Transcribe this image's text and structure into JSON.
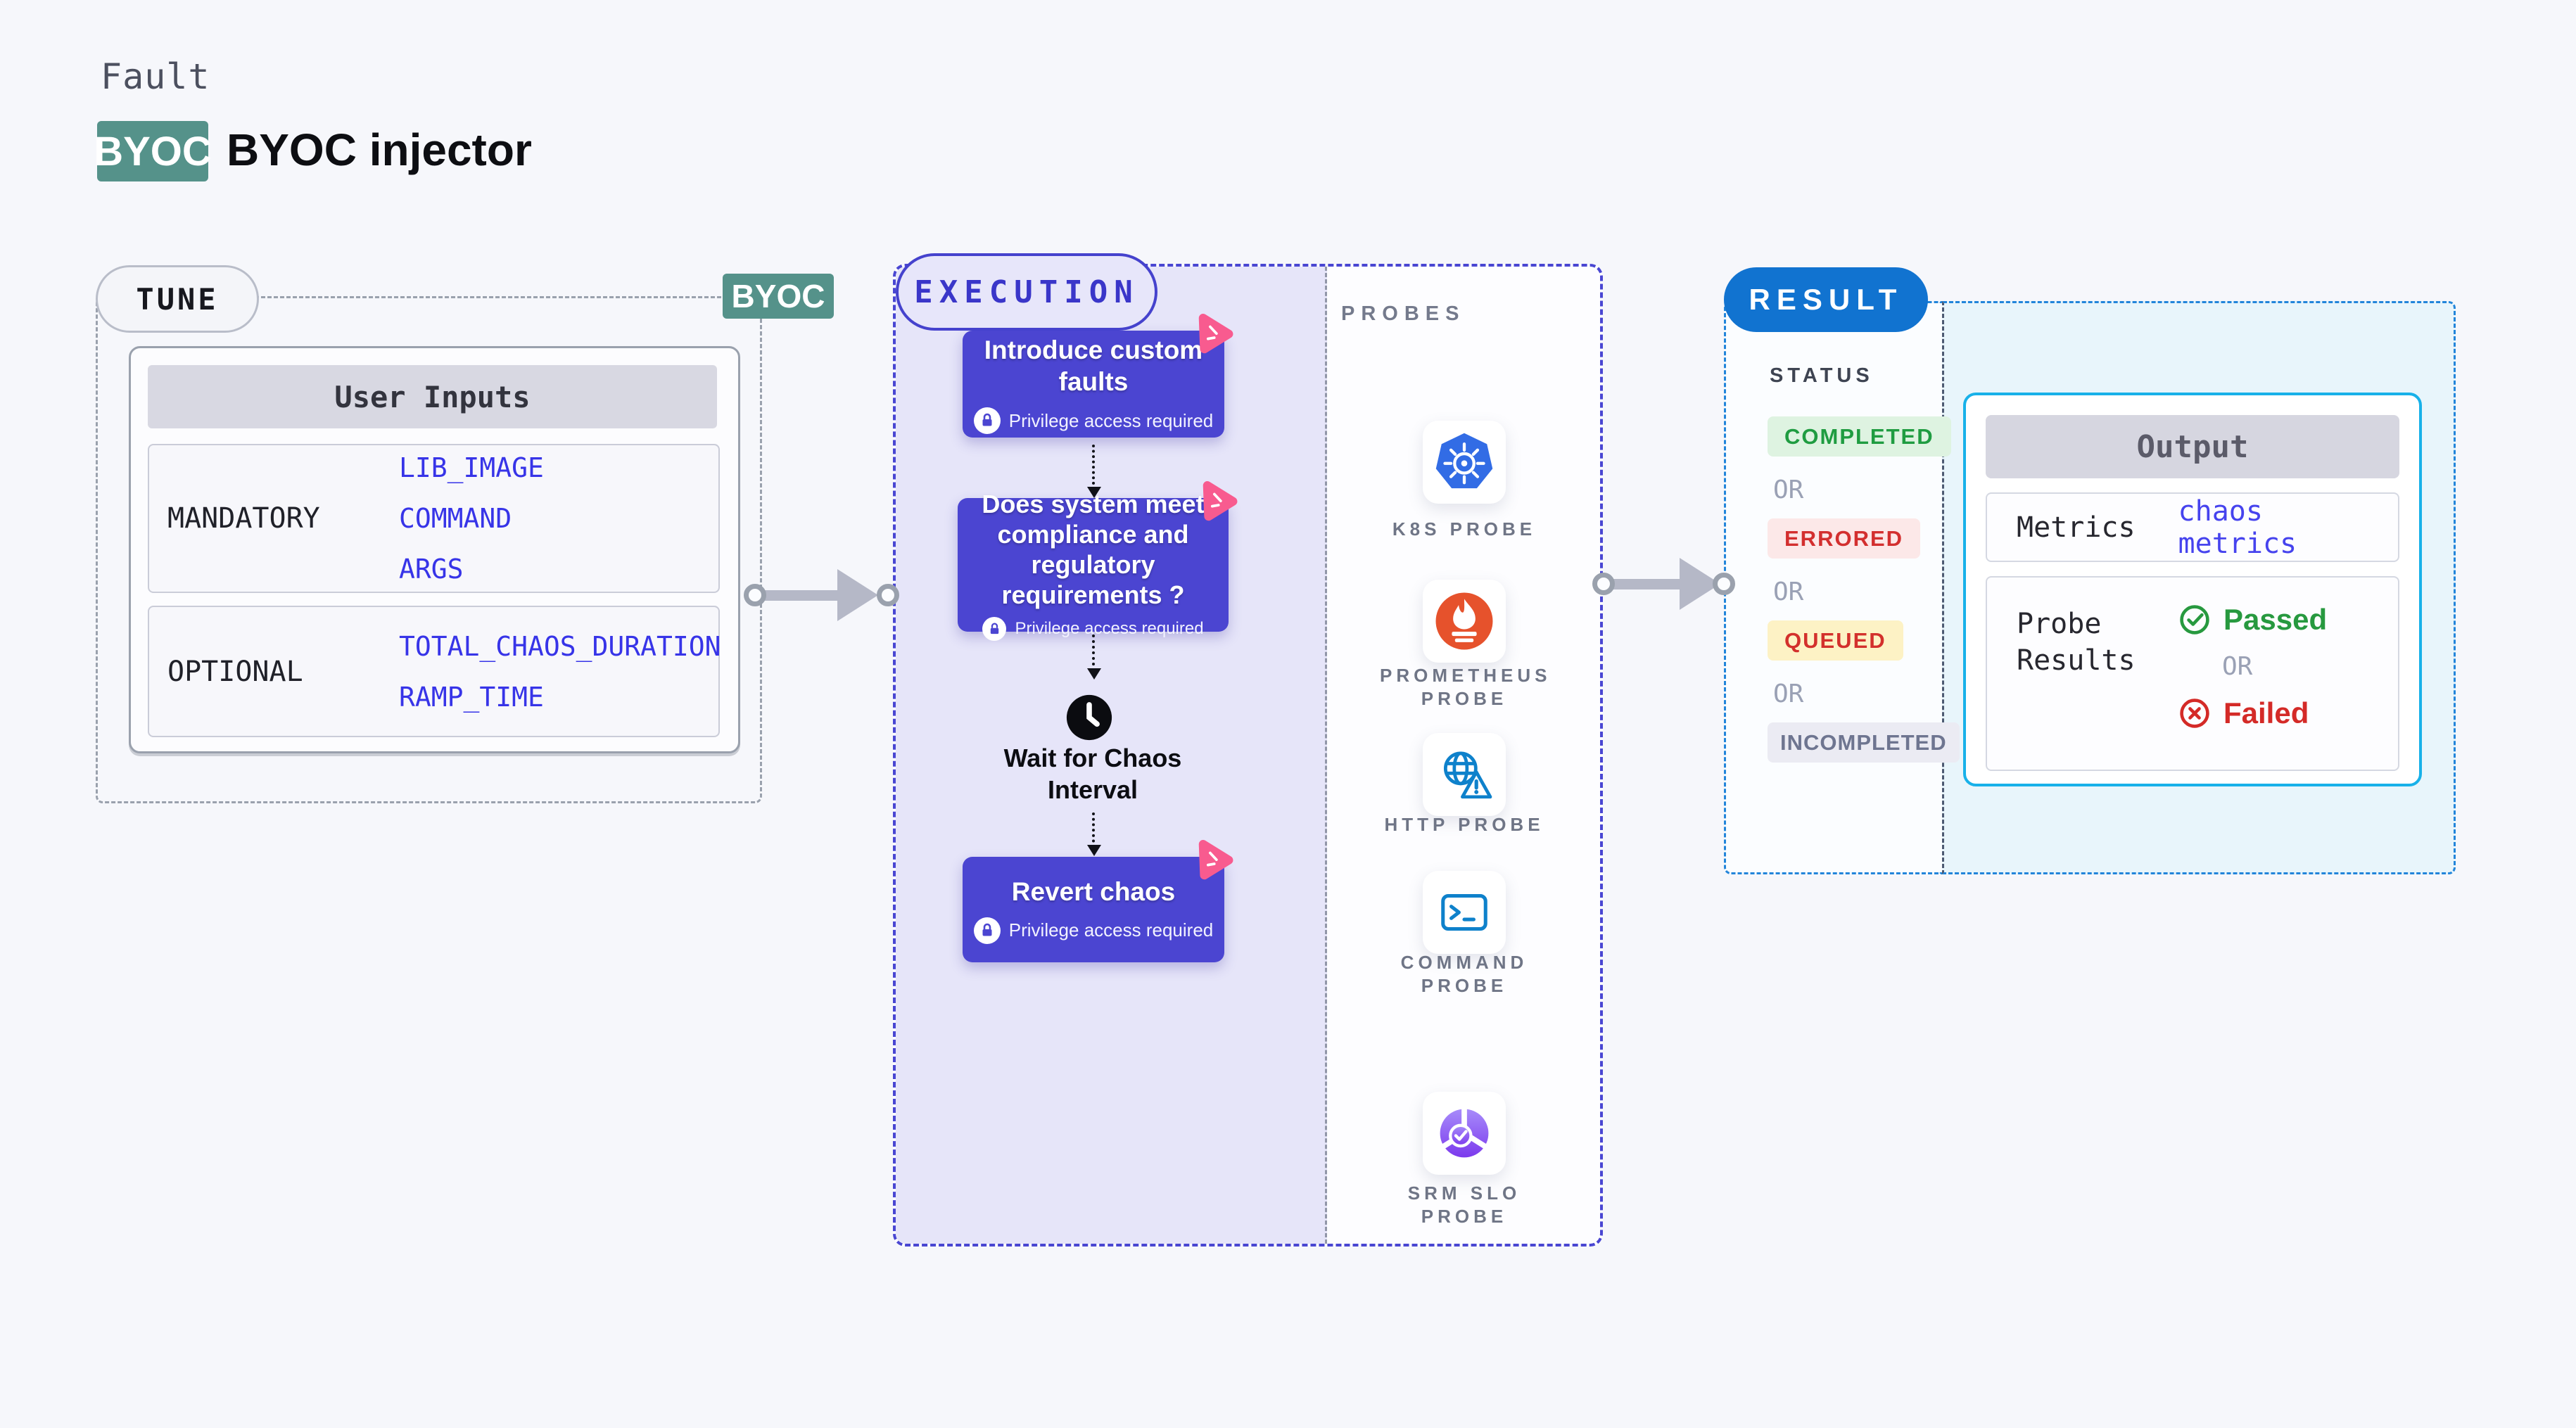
{
  "header": {
    "kicker": "Fault",
    "badge": "BYOC",
    "title": "BYOC injector"
  },
  "tune": {
    "pill": "TUNE",
    "byoc_tag": "BYOC",
    "table": {
      "title": "User Inputs",
      "rows": [
        {
          "label": "MANDATORY",
          "values": [
            "LIB_IMAGE",
            "COMMAND",
            "ARGS"
          ]
        },
        {
          "label": "OPTIONAL",
          "values": [
            "TOTAL_CHAOS_DURATION",
            "RAMP_TIME"
          ]
        }
      ]
    }
  },
  "execution": {
    "pill": "EXECUTION",
    "privilege_note": "Privilege access required",
    "steps": [
      "Introduce custom faults",
      "Does system meet compliance and regulatory requirements ?",
      "Revert chaos"
    ],
    "wait_label": "Wait for Chaos Interval"
  },
  "probes": {
    "heading": "PROBES",
    "items": [
      {
        "label": "K8S PROBE",
        "icon": "kubernetes-icon"
      },
      {
        "label": "PROMETHEUS PROBE",
        "icon": "prometheus-icon"
      },
      {
        "label": "HTTP PROBE",
        "icon": "http-globe-icon"
      },
      {
        "label": "COMMAND PROBE",
        "icon": "terminal-icon"
      },
      {
        "label": "SRM SLO PROBE",
        "icon": "srm-slo-icon"
      }
    ]
  },
  "result": {
    "pill": "RESULT",
    "status_heading": "STATUS",
    "or": "OR",
    "statuses": [
      {
        "label": "COMPLETED",
        "fg": "#1f9c41",
        "bg": "#def3e1"
      },
      {
        "label": "ERRORED",
        "fg": "#d32f2f",
        "bg": "#fce8e8"
      },
      {
        "label": "QUEUED",
        "fg": "#d3302c",
        "bg": "#fdf2c5"
      },
      {
        "label": "INCOMPLETED",
        "fg": "#6e7590",
        "bg": "#ebebf3"
      }
    ],
    "output": {
      "title": "Output",
      "metrics_label": "Metrics",
      "metrics_value": "chaos metrics",
      "probe_results_label": "Probe Results",
      "passed": "Passed",
      "failed": "Failed"
    }
  },
  "colors": {
    "page_bg": "#f6f7fb",
    "teal_badge": "#55928a",
    "indigo_card": "#4b45d1",
    "lavender_bg": "#e6e5f9",
    "execution_border": "#4946d2",
    "result_blue": "#1173d0",
    "result_dashed": "#2285da",
    "cyan_border": "#18b1e9",
    "kubernetes_blue": "#326ce5",
    "prometheus_orange": "#e6522c",
    "http_blue": "#0e81cb",
    "srm_purple": "#7c3aed",
    "litmus_pink": "#f85b8f",
    "passed_green": "#27993f",
    "failed_red": "#d42a27"
  }
}
